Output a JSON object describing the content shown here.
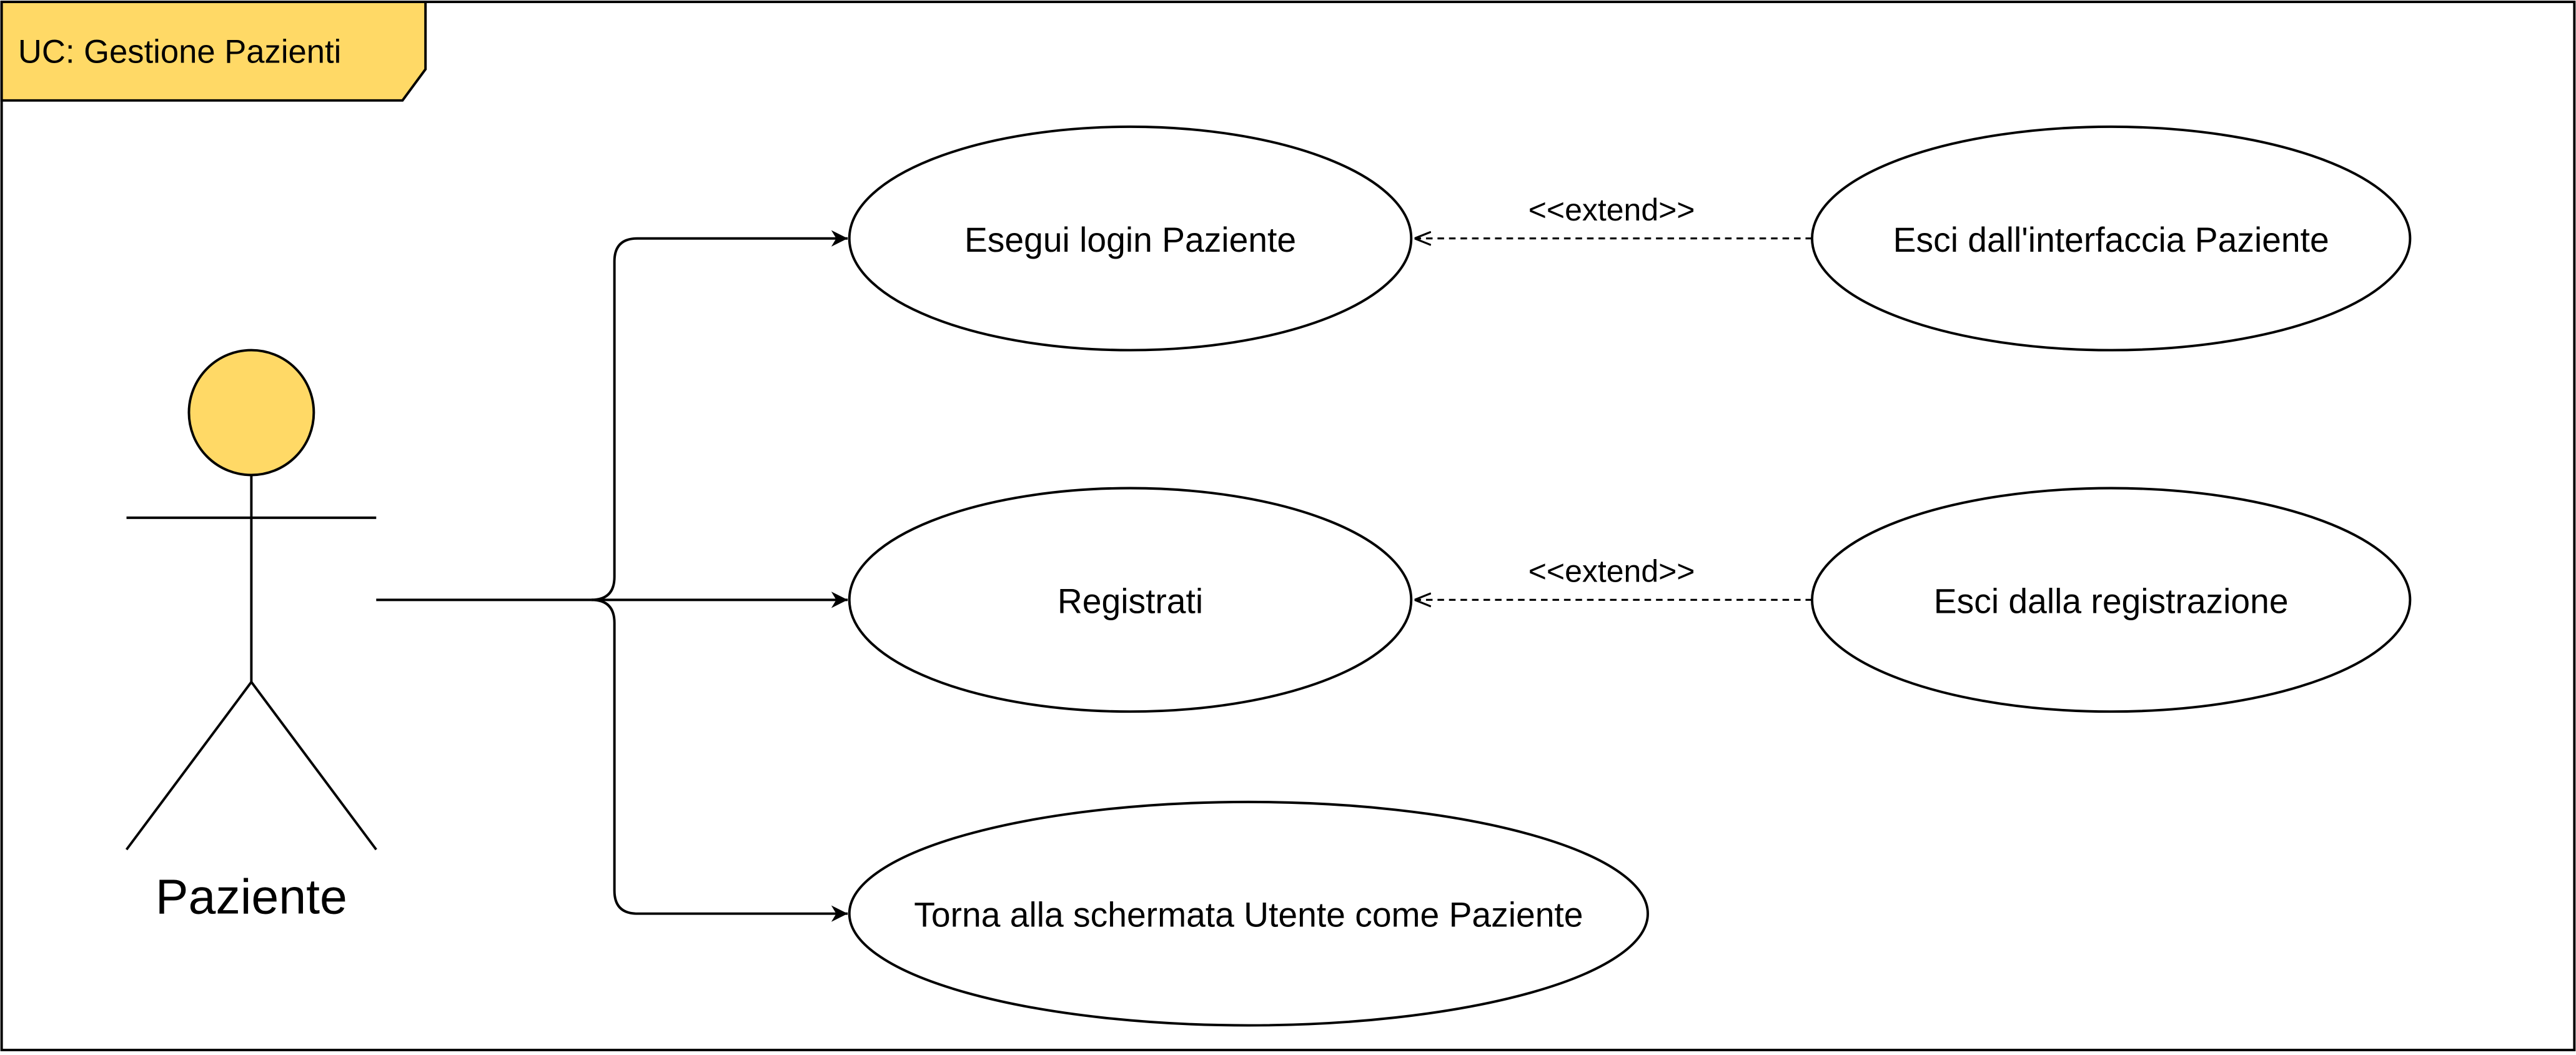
{
  "frame": {
    "title": "UC: Gestione Pazienti"
  },
  "actor": {
    "name": "Paziente"
  },
  "use_cases": [
    {
      "id": "login",
      "label": "Esegui login Paziente"
    },
    {
      "id": "registrati",
      "label": "Registrati"
    },
    {
      "id": "torna",
      "label": "Torna alla schermata Utente come Paziente"
    },
    {
      "id": "esci-login",
      "label": "Esci dall'interfaccia Paziente"
    },
    {
      "id": "esci-reg",
      "label": "Esci dalla registrazione"
    }
  ],
  "relations": [
    {
      "type": "association",
      "from": "Paziente",
      "to": "Esegui login Paziente"
    },
    {
      "type": "association",
      "from": "Paziente",
      "to": "Registrati"
    },
    {
      "type": "association",
      "from": "Paziente",
      "to": "Torna alla schermata Utente come Paziente"
    },
    {
      "type": "extend",
      "label": "<<extend>>",
      "from": "Esci dall'interfaccia Paziente",
      "to": "Esegui login Paziente"
    },
    {
      "type": "extend",
      "label": "<<extend>>",
      "from": "Esci dalla registrazione",
      "to": "Registrati"
    }
  ],
  "colors": {
    "accent": "#FFD966",
    "stroke": "#000000",
    "background": "#FFFFFF"
  }
}
